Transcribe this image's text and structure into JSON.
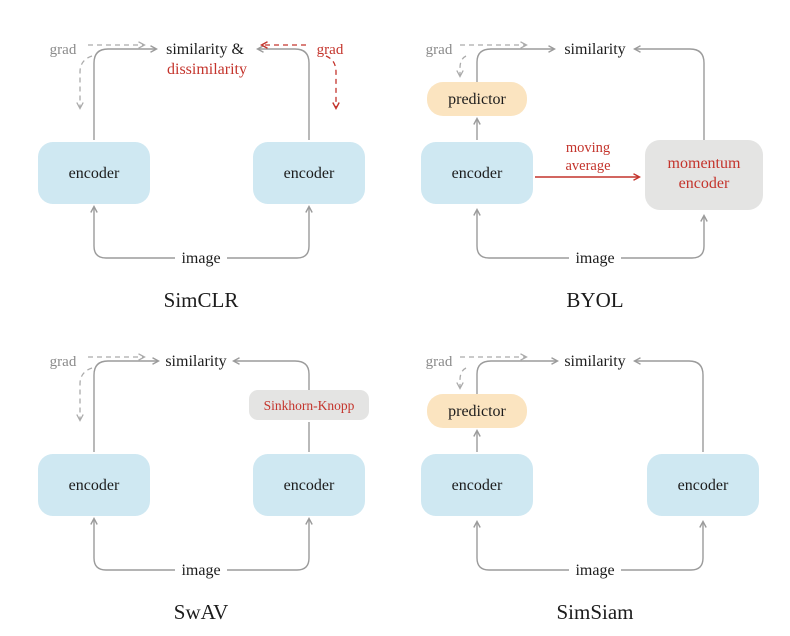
{
  "figure": {
    "colors": {
      "encoder_fill": "#cfe8f2",
      "predictor_fill": "#fbe4c0",
      "gray_box_fill": "#e4e4e3",
      "red": "#c4342c",
      "arrow_gray": "#9b9b9b",
      "grad_gray": "#8a8a8a",
      "text": "#1c1c1c"
    },
    "panels": {
      "simclr": {
        "title": "SimCLR",
        "grad_left": "grad",
        "grad_right": "grad",
        "loss_line1": "similarity &",
        "loss_line2": "dissimilarity",
        "encoder_left": "encoder",
        "encoder_right": "encoder",
        "image_label": "image"
      },
      "byol": {
        "title": "BYOL",
        "grad": "grad",
        "loss": "similarity",
        "predictor": "predictor",
        "encoder": "encoder",
        "momentum_line1": "momentum",
        "momentum_line2": "encoder",
        "moving_avg_line1": "moving",
        "moving_avg_line2": "average",
        "image_label": "image"
      },
      "swav": {
        "title": "SwAV",
        "grad": "grad",
        "loss": "similarity",
        "encoder_left": "encoder",
        "encoder_right": "encoder",
        "sinkhorn": "Sinkhorn-Knopp",
        "image_label": "image"
      },
      "simsiam": {
        "title": "SimSiam",
        "grad": "grad",
        "loss": "similarity",
        "predictor": "predictor",
        "encoder_left": "encoder",
        "encoder_right": "encoder",
        "image_label": "image"
      }
    }
  }
}
